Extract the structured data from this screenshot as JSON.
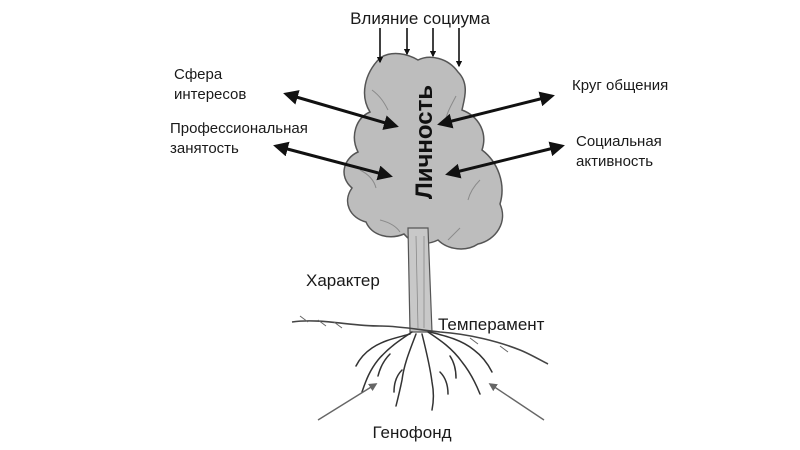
{
  "labels": {
    "social_influence": "Влияние социума",
    "interests_line1": "Сфера",
    "interests_line2": "интересов",
    "professional_line1": "Профессиональная",
    "professional_line2": "занятость",
    "communication": "Круг общения",
    "social_activity_line1": "Социальная",
    "social_activity_line2": "активность",
    "personality": "Личность",
    "character": "Характер",
    "temperament": "Темперамент",
    "genofond": "Генофонд"
  },
  "icons": {
    "tree": "tree-icon",
    "roots": "roots-icon"
  },
  "colors": {
    "crown_fill": "#bdbdbd",
    "crown_stroke": "#555555",
    "trunk_fill": "#c8c8c8",
    "arrow": "#111111",
    "ground": "#444444"
  }
}
